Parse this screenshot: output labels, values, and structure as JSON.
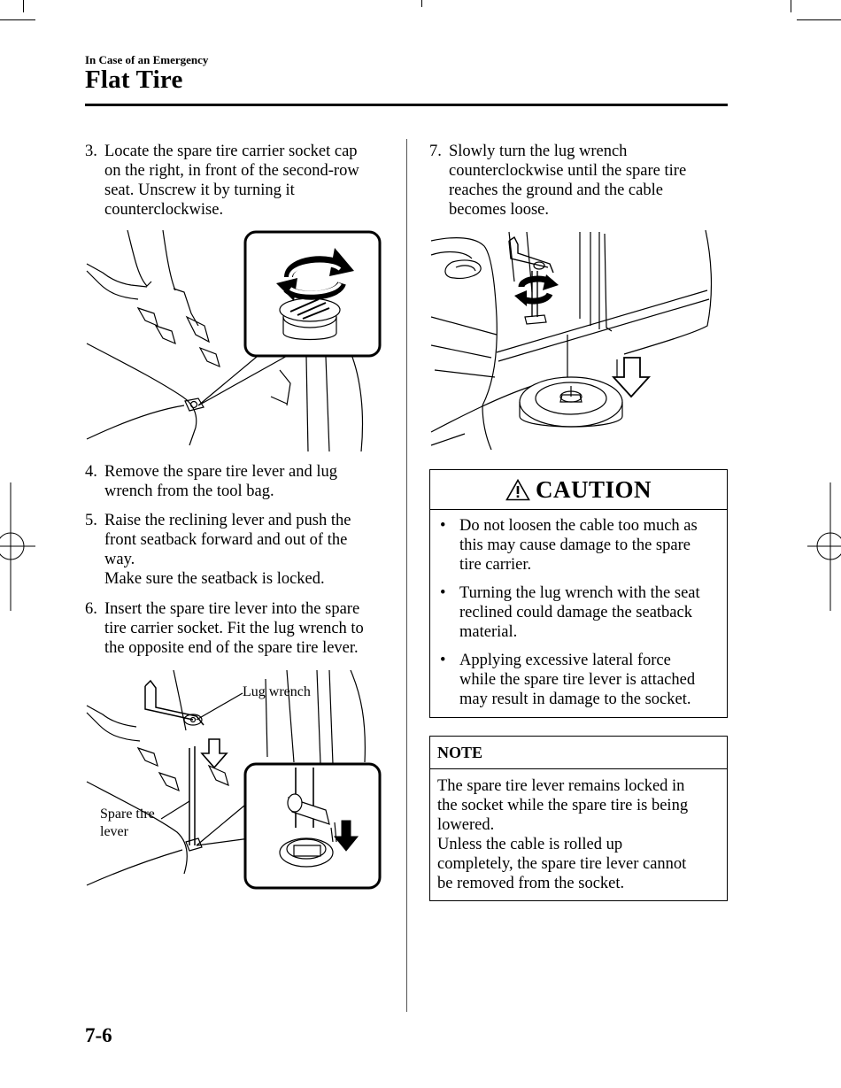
{
  "header": {
    "section": "In Case of an Emergency",
    "title": "Flat Tire"
  },
  "left_column": {
    "step3": {
      "number": "3.",
      "lines": [
        "Locate the spare tire carrier socket cap",
        "on the right, in front of the second-row",
        "seat. Unscrew it by turning it",
        "counterclockwise."
      ]
    },
    "step4": {
      "number": "4.",
      "lines": [
        "Remove the spare tire lever and lug",
        "wrench from the tool bag."
      ]
    },
    "step5": {
      "number": "5.",
      "lines": [
        "Raise the reclining lever and push the",
        "front seatback forward and out of the",
        "way.",
        "Make sure the seatback is locked."
      ]
    },
    "step6": {
      "number": "6.",
      "lines": [
        "Insert the spare tire lever into the spare",
        "tire carrier socket. Fit the lug wrench to",
        "the opposite end of the spare tire lever."
      ]
    },
    "figure2_labels": {
      "lug_wrench": "Lug wrench",
      "spare_tire_lever_1": "Spare tire",
      "spare_tire_lever_2": "lever"
    }
  },
  "right_column": {
    "step7": {
      "number": "7.",
      "lines": [
        "Slowly turn the lug wrench",
        "counterclockwise until the spare tire",
        "reaches the ground and the cable",
        "becomes loose."
      ]
    },
    "caution": {
      "title": "CAUTION",
      "icon": "warning-triangle-icon",
      "bullets": [
        [
          "Do not loosen the cable too much as",
          "this may cause damage to the spare",
          "tire carrier."
        ],
        [
          "Turning the lug wrench with the seat",
          "reclined could damage the seatback",
          "material."
        ],
        [
          "Applying excessive lateral force",
          "while the spare tire lever is attached",
          "may result in damage to the socket."
        ]
      ]
    },
    "note": {
      "title": "NOTE",
      "lines": [
        "The spare tire lever remains locked in",
        "the socket while the spare tire is being",
        "lowered.",
        "Unless the cable is rolled up",
        "completely, the spare tire lever cannot",
        "be removed from the socket."
      ]
    }
  },
  "footer": {
    "page_number": "7-6"
  }
}
